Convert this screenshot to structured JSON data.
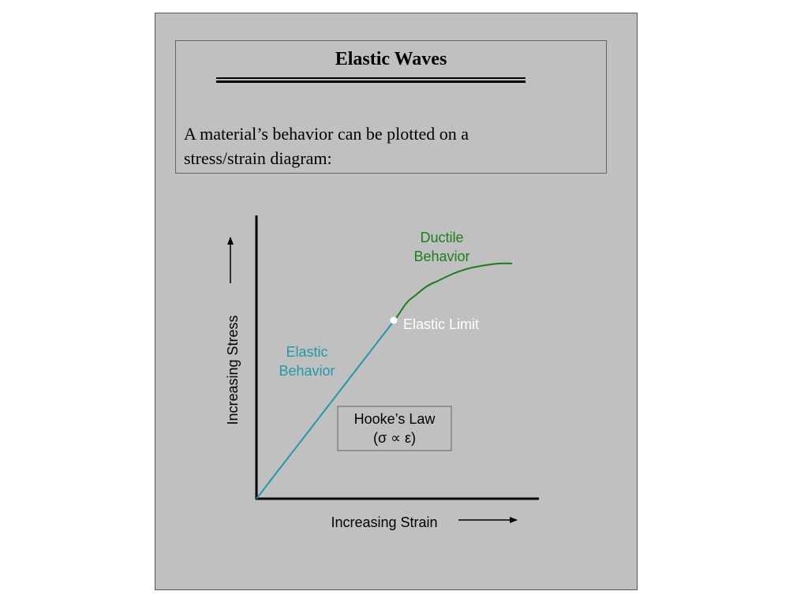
{
  "slide": {
    "title": "Elastic Waves",
    "intro_line1": "A material’s behavior can be plotted on a",
    "intro_line2": "stress/strain diagram:"
  },
  "diagram": {
    "y_axis_label": "Increasing Stress",
    "x_axis_label": "Increasing Strain",
    "ductile_label_line1": "Ductile",
    "ductile_label_line2": "Behavior",
    "elastic_label_line1": "Elastic",
    "elastic_label_line2": "Behavior",
    "elastic_limit_label": "Elastic Limit",
    "law_line1": "Hooke’s Law",
    "law_line2": "(σ ∝ ε)"
  },
  "colors": {
    "elastic": "#1f9aa6",
    "ductile": "#1a7f1a",
    "limit_point": "#ffffff",
    "axis": "#000000"
  }
}
